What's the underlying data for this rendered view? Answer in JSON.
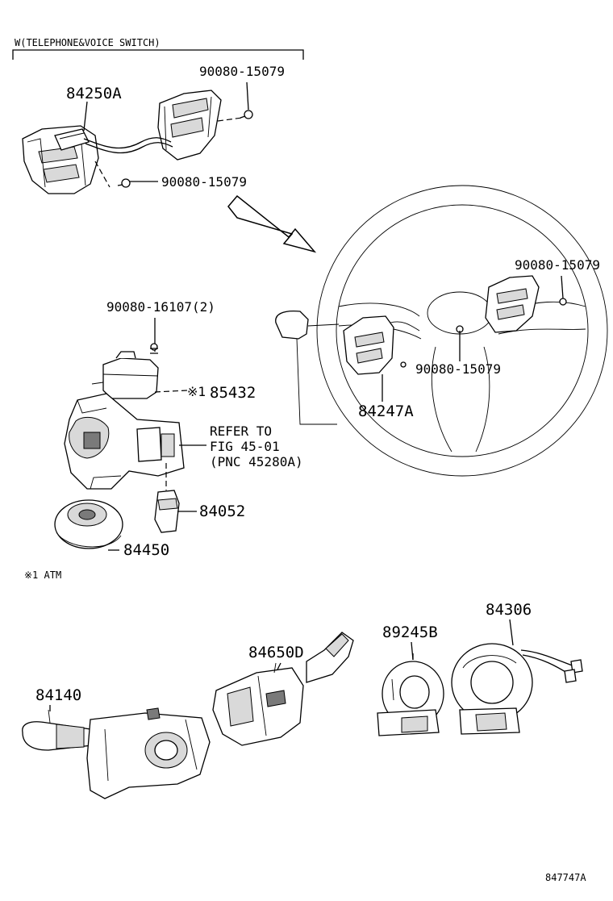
{
  "header": {
    "variant": "W(TELEPHONE&VOICE SWITCH)"
  },
  "labels": {
    "p84250A": "84250A",
    "p90080_15079_a": "90080-15079",
    "p90080_15079_b": "90080-15079",
    "p90080_15079_c": "90080-15079",
    "p90080_15079_d": "90080-15079",
    "p90080_16107": "90080-16107(2)",
    "p85432": "85432",
    "note_mark": "※1",
    "refer_line1": "REFER TO",
    "refer_line2": "FIG 45-01",
    "refer_line3": "(PNC 45280A)",
    "p84052": "84052",
    "p84450": "84450",
    "p84247A": "84247A",
    "footnote": "※1 ATM",
    "p84650D": "84650D",
    "p84140": "84140",
    "p89245B": "89245B",
    "p84306": "84306",
    "drawing_no": "847747A"
  }
}
